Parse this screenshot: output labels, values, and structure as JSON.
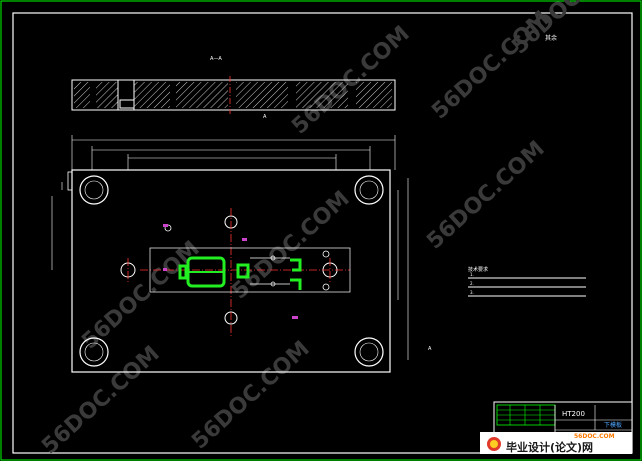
{
  "drawing": {
    "section_label": "A—A",
    "section_marker_a": "A",
    "corner_note": "其余",
    "note_label": "技术要求",
    "note_lines": [
      "1.",
      "2.",
      "3."
    ]
  },
  "watermark": {
    "text": "56DOC.COM"
  },
  "title_block": {
    "material": "HT200",
    "part_name": "下模板"
  },
  "brand": {
    "url": "56DOC.COM",
    "name": "毕业设计(论文)网"
  },
  "colors": {
    "background": "#000000",
    "border": "#00ff00",
    "line": "#ffffff",
    "center_line": "#ff3030",
    "highlight": "#22ee22",
    "accent": "#cc44cc",
    "watermark": "#3a3a3a"
  }
}
